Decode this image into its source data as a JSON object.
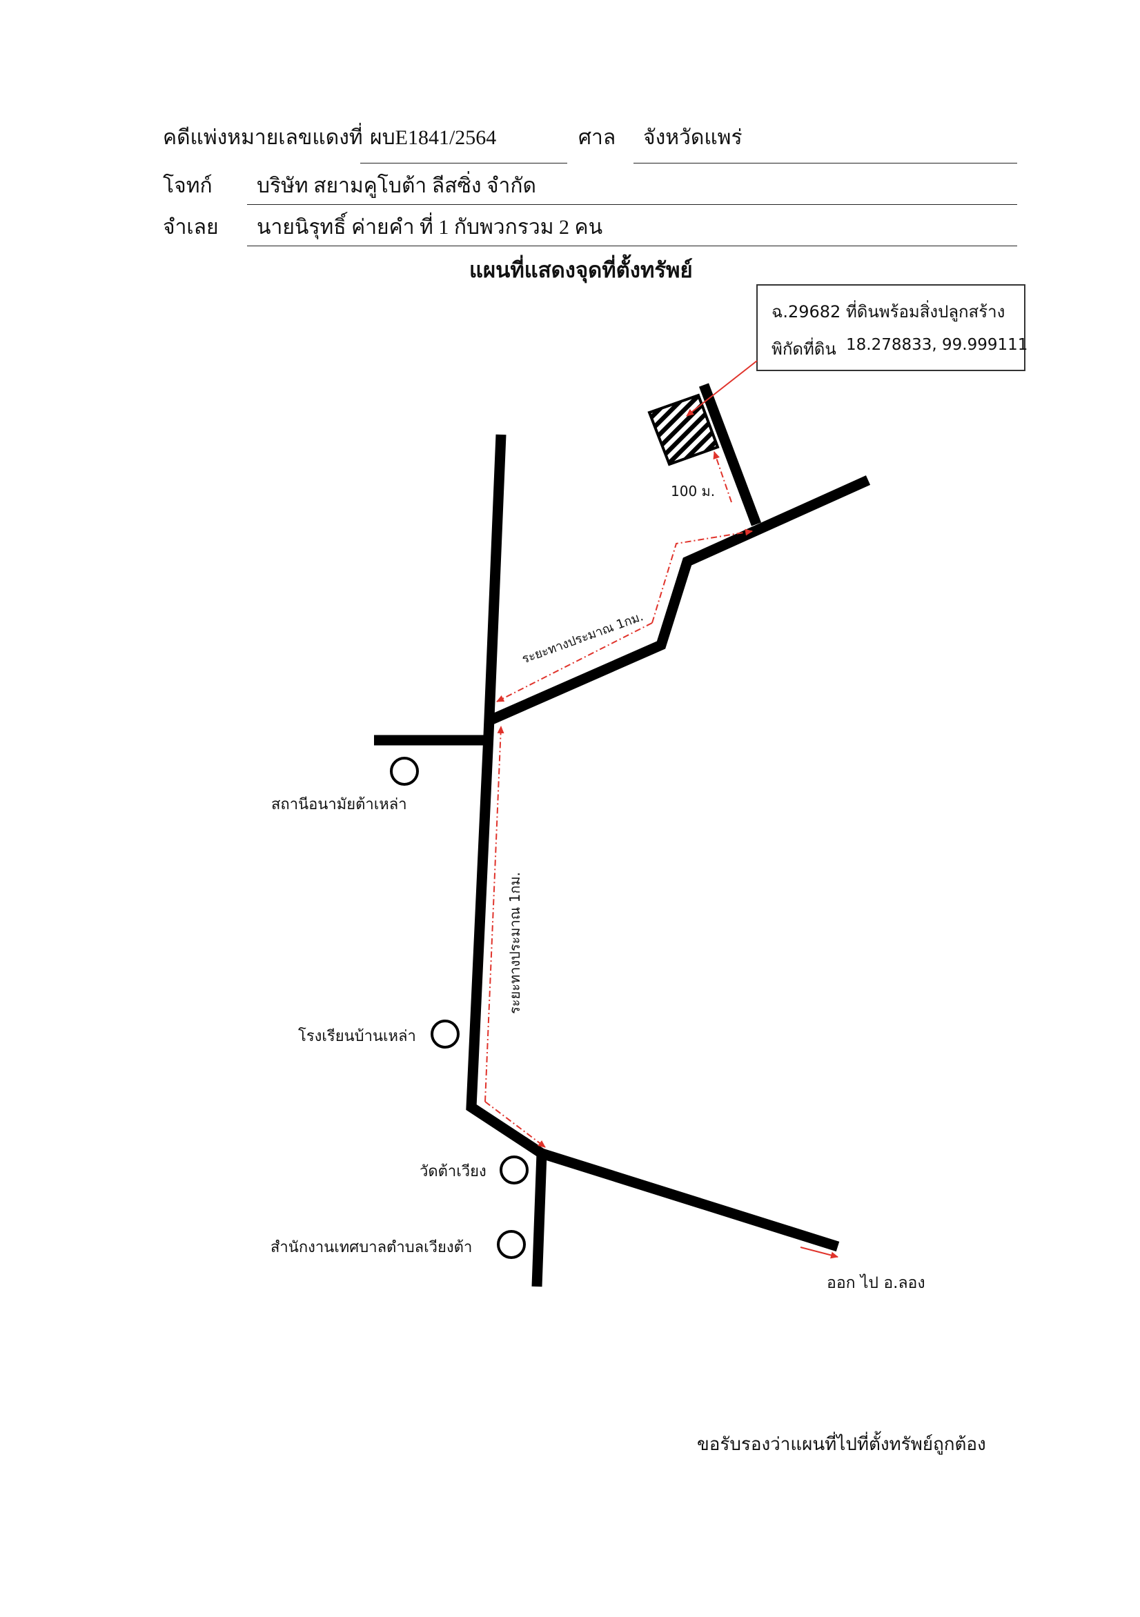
{
  "header": {
    "case_label": "คดีแพ่งหมายเลขแดงที่",
    "case_number": "ผบE1841/2564",
    "court_label": "ศาล",
    "court_name": "จังหวัดแพร่",
    "plaintiff_label": "โจทก์",
    "plaintiff_name": "บริษัท สยามคูโบต้า ลีสซิ่ง จำกัด",
    "defendant_label": "จำเลย",
    "defendant_name": "นายนิรุทธิ์ ค่ายคำ  ที่ 1 กับพวกรวม 2 คน"
  },
  "map": {
    "title": "แผนที่แสดงจุดที่ตั้งทรัพย์",
    "callout_line1": "ฉ.29682 ที่ดินพร้อมสิ่งปลูกสร้าง",
    "callout_line2_label": "พิกัดที่ดิน",
    "callout_coords": "18.278833, 99.999111",
    "distance_100m": "100 ม.",
    "distance_diag": "ระยะทางประมาณ 1กม.",
    "distance_vert": "ระยะทางประมาณ 1กม.",
    "landmarks": [
      "สถานีอนามัยต้าเหล่า",
      "โรงเรียนบ้านเหล่า",
      "วัดต้าเวียง",
      "สำนักงานเทศบาลตำบลเวียงต้า"
    ],
    "exit_label": "ออก ไป อ.ลอง",
    "colors": {
      "road": "#000000",
      "route": "#e0332b",
      "ink": "#111111"
    }
  },
  "footer": {
    "certify_text": "ขอรับรองว่าแผนที่ไปที่ตั้งทรัพย์ถูกต้อง"
  }
}
